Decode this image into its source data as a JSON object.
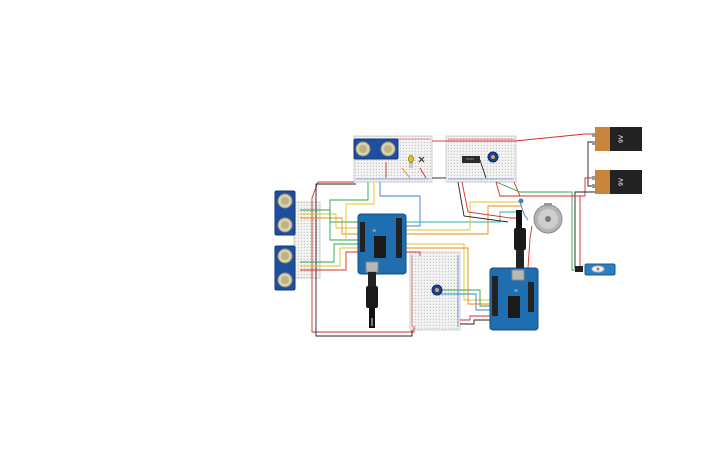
{
  "batteries": [
    {
      "id": "battery-top",
      "label": "9V"
    },
    {
      "id": "battery-bottom",
      "label": "9V"
    }
  ],
  "components": {
    "arduino_boards": 2,
    "ultrasonic_sensors": 3,
    "breadboards": 4,
    "dc_motor": 1,
    "servo": 1,
    "potentiometers": 2,
    "led": 1
  },
  "colors": {
    "wire_red": "#d62c2c",
    "wire_black": "#222222",
    "wire_green": "#2aa64a",
    "wire_yellow": "#e5c21a",
    "wire_orange": "#e88a1a",
    "wire_blue": "#3a7fd6",
    "wire_teal": "#29b3a6",
    "arduino_blue": "#1f6fb0",
    "sensor_blue": "#1d4fa0",
    "breadboard": "#f2f2f2",
    "battery_black": "#222222",
    "battery_copper": "#c9863a"
  }
}
